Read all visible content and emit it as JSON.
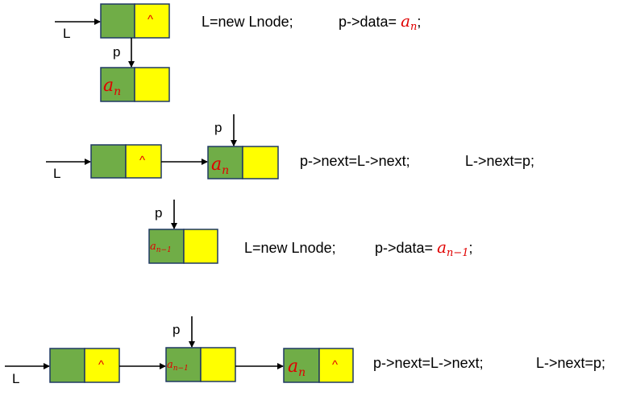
{
  "colors": {
    "data_field": "#70ad47",
    "next_field": "#ffff00",
    "math_text": "#e00000"
  },
  "labels": {
    "head": "L",
    "pointer": "p",
    "null": "^"
  },
  "math": {
    "a": "a",
    "n": "n",
    "n_minus_1": "n−1"
  },
  "steps": [
    {
      "code1": "L=new Lnode;",
      "code2_prefix": "p->data= ",
      "code2_suffix": ";"
    },
    {
      "code1": "p->next=L->next;",
      "code2": "L->next=p;"
    },
    {
      "code1": "L=new Lnode;",
      "code2_prefix": "p->data= ",
      "code2_suffix": ";"
    },
    {
      "code1": "p->next=L->next;",
      "code2": "L->next=p;"
    }
  ]
}
